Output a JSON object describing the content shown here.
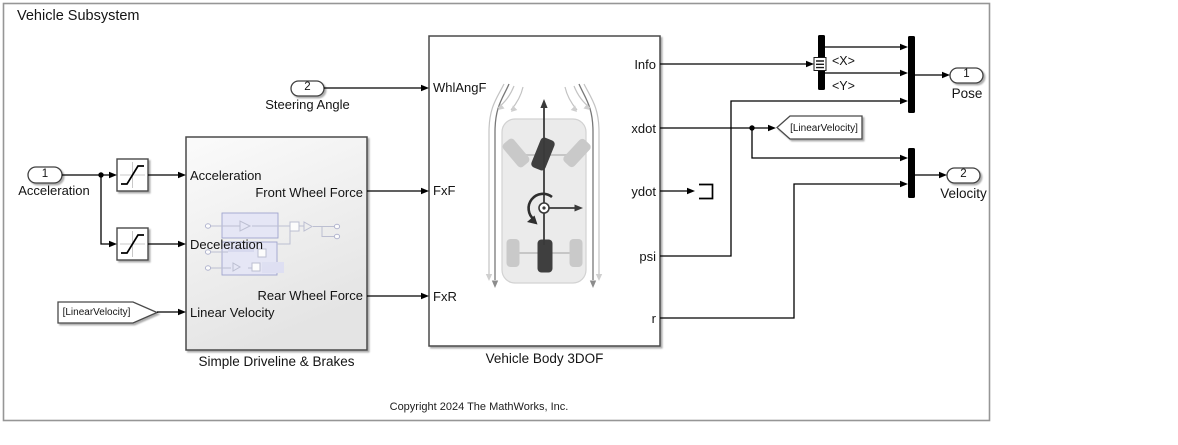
{
  "diagram": {
    "title": "Vehicle Subsystem",
    "copyright": "Copyright 2024 The MathWorks, Inc."
  },
  "inports": [
    {
      "number": "1",
      "label": "Acceleration"
    },
    {
      "number": "2",
      "label": "Steering Angle"
    }
  ],
  "outports": [
    {
      "number": "1",
      "label": "Pose"
    },
    {
      "number": "2",
      "label": "Velocity"
    }
  ],
  "tags": {
    "from": "[LinearVelocity]",
    "goto": "[LinearVelocity]"
  },
  "blocks": {
    "driveline": {
      "name": "Simple Driveline & Brakes",
      "ports": {
        "in": [
          "Acceleration",
          "Deceleration",
          "Linear Velocity"
        ],
        "out": [
          "Front Wheel Force",
          "Rear Wheel Force"
        ]
      }
    },
    "vehicle": {
      "name": "Vehicle Body 3DOF",
      "ports": {
        "in": [
          "WhlAngF",
          "FxF",
          "FxR"
        ],
        "out": [
          "Info",
          "xdot",
          "ydot",
          "psi",
          "r"
        ]
      }
    }
  },
  "bus_selector": {
    "signals": [
      "<X>",
      "<Y>"
    ]
  },
  "colors": {
    "wire": "#000000",
    "block_border": "#4a4a4a",
    "frame": "#969696",
    "preview_fill": "#e4e5f7",
    "canvas": "#ffffff"
  }
}
